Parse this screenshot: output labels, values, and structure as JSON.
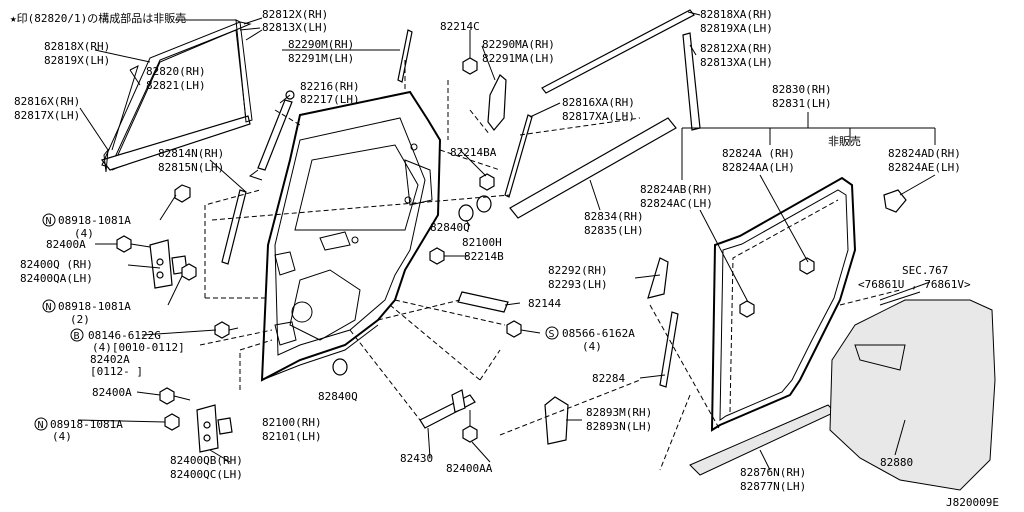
{
  "note": "★印(82820/1)の構成部品は非販売",
  "doc_code": "J820009E",
  "circle_marks": {
    "n": "N",
    "b": "B",
    "s": "S"
  },
  "labels": {
    "p82812x": "82812X(RH)",
    "p82813x": "82813X(LH)",
    "p82818x": "82818X(RH)",
    "p82819x": "82819X(LH)",
    "p82820": "82820(RH)",
    "p82821": "82821(LH)",
    "p82816x": "82816X(RH)",
    "p82817x": "82817X(LH)",
    "p82290m": "82290M(RH)",
    "p82291m": "82291M(LH)",
    "p82216": "82216(RH)",
    "p82217": "82217(LH)",
    "p82814n": "82814N(RH)",
    "p82815n": "82815N(LH)",
    "n1": "08918-1081A",
    "n1q": "(4)",
    "p82400a_1": "82400A",
    "p82400q": "82400Q (RH)",
    "p82400qa": "82400QA(LH)",
    "n2": "08918-1081A",
    "n2q": "(2)",
    "b1": "08146-6122G",
    "b1q": "(4)[0010-0112]",
    "p82402a": "82402A",
    "p82402a_d": "[0112-        ]",
    "p82400a_2": "82400A",
    "n3": "08918-1081A",
    "n3q": "(4)",
    "p82400qb": "82400QB(RH)",
    "p82400qc": "82400QC(LH)",
    "p82214c": "82214C",
    "p82290ma": "82290MA(RH)",
    "p82291ma": "82291MA(LH)",
    "p82214ba": "82214BA",
    "p82840q_1": "82840Q",
    "p82100h": "82100H",
    "p82214b": "82214B",
    "p82840q_2": "82840Q",
    "p82100": "82100(RH)",
    "p82101": "82101(LH)",
    "p82144": "82144",
    "s1": "08566-6162A",
    "s1q": "(4)",
    "p82430": "82430",
    "p82400aa": "82400AA",
    "p82818xa": "82818XA(RH)",
    "p82819xa": "82819XA(LH)",
    "p82812xa": "82812XA(RH)",
    "p82813xa": "82813XA(LH)",
    "p82816xa": "82816XA(RH)",
    "p82817xa": "82817XA(LH)",
    "p82830": "82830(RH)",
    "p82831": "82831(LH)",
    "hihanbai": "非販売",
    "p82824a": "82824A  (RH)",
    "p82824aa": "82824AA(LH)",
    "p82824ad": "82824AD(RH)",
    "p82824ae": "82824AE(LH)",
    "p82824ab": "82824AB(RH)",
    "p82824ac": "82824AC(LH)",
    "p82834": "82834(RH)",
    "p82835": "82835(LH)",
    "p82292": "82292(RH)",
    "p82293": "82293(LH)",
    "sec": "SEC.767",
    "sec_ref": "<76861U , 76861V>",
    "p82284": "82284",
    "p82893m": "82893M(RH)",
    "p82893n": "82893N(LH)",
    "p82876n": "82876N(RH)",
    "p82877n": "82877N(LH)",
    "p82880": "82880"
  }
}
